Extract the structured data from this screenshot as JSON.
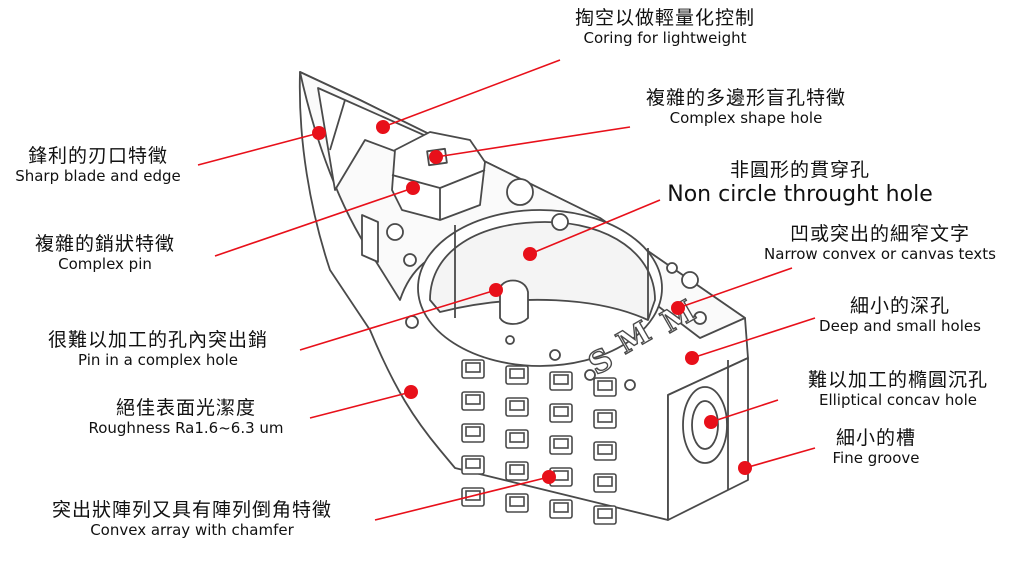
{
  "colors": {
    "callout": "#e8101a",
    "line_art": "#4a4a4a",
    "text": "#111111",
    "background": "#ffffff"
  },
  "callouts": [
    {
      "id": "coring",
      "zh": "掏空以做輕量化控制",
      "en": "Coring for lightweight"
    },
    {
      "id": "complex-shape-hole",
      "zh": "複雜的多邊形盲孔特徵",
      "en": "Complex shape hole"
    },
    {
      "id": "sharp-edge",
      "zh": "鋒利的刃口特徵",
      "en": "Sharp blade and edge"
    },
    {
      "id": "non-circle-hole",
      "zh": "非圓形的貫穿孔",
      "en": "Non circle throught hole"
    },
    {
      "id": "complex-pin",
      "zh": "複雜的銷狀特徵",
      "en": "Complex pin"
    },
    {
      "id": "narrow-text",
      "zh": "凹或突出的細窄文字",
      "en": "Narrow convex or canvas texts"
    },
    {
      "id": "deep-holes",
      "zh": "細小的深孔",
      "en": "Deep and small holes"
    },
    {
      "id": "pin-in-hole",
      "zh": "很難以加工的孔內突出銷",
      "en": "Pin in a complex hole"
    },
    {
      "id": "elliptical-hole",
      "zh": "難以加工的橢圓沉孔",
      "en": "Elliptical concav hole"
    },
    {
      "id": "roughness",
      "zh": "絕佳表面光潔度",
      "en": "Roughness Ra1.6~6.3 um"
    },
    {
      "id": "fine-groove",
      "zh": "細小的槽",
      "en": "Fine groove"
    },
    {
      "id": "convex-array",
      "zh": "突出狀陣列又具有陣列倒角特徵",
      "en": "Convex array with chamfer"
    }
  ],
  "part_markings": [
    "S",
    "M",
    "M"
  ]
}
